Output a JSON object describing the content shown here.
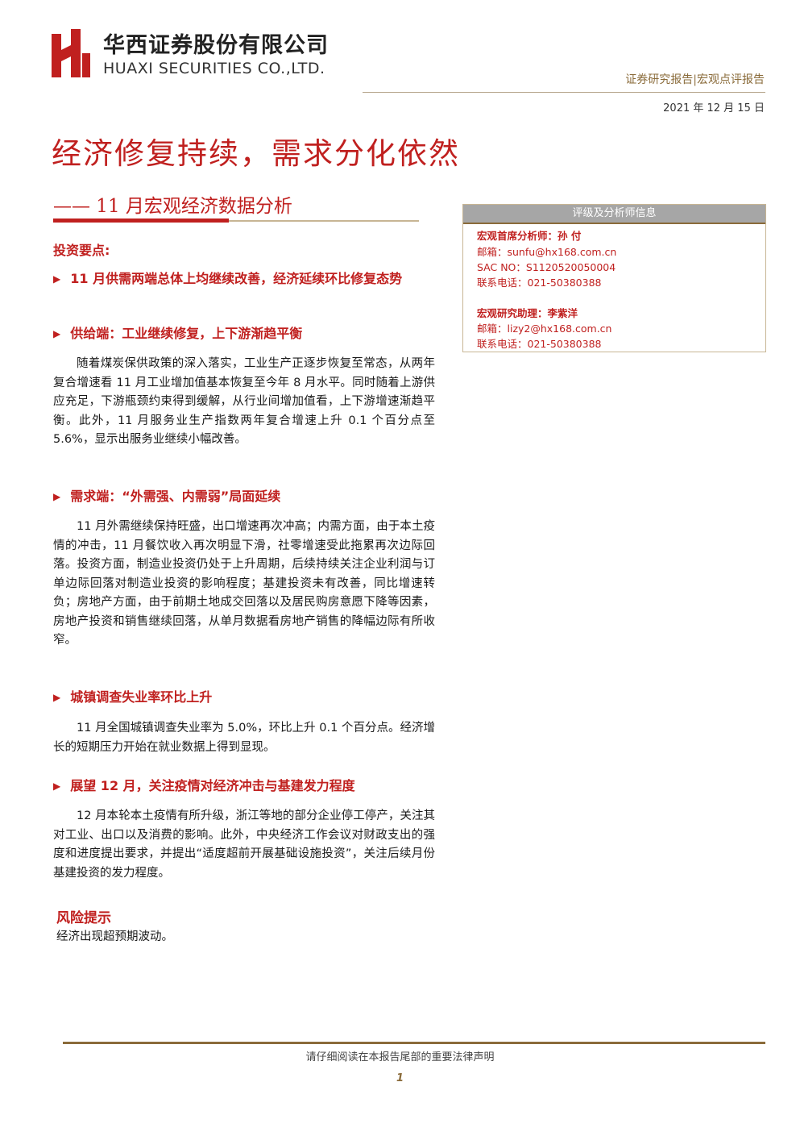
{
  "header": {
    "company_cn": "华西证券股份有限公司",
    "company_en": "HUAXI SECURITIES CO.,LTD.",
    "report_type": "证券研究报告|宏观点评报告",
    "date": "2021 年 12 月 15 日",
    "brand_color": "#c0201f"
  },
  "title": {
    "main": "经济修复持续，需求分化依然",
    "sub": "—— 11 月宏观经济数据分析"
  },
  "body": {
    "section_head": "投资要点:",
    "bullets": [
      {
        "head": "11 月供需两端总体上均继续改善，经济延续环比修复态势"
      },
      {
        "head": "供给端：工业继续修复，上下游渐趋平衡",
        "text": "随着煤炭保供政策的深入落实，工业生产正逐步恢复至常态，从两年复合增速看 11 月工业增加值基本恢复至今年 8 月水平。同时随着上游供应充足，下游瓶颈约束得到缓解，从行业间增加值看，上下游增速渐趋平衡。此外，11 月服务业生产指数两年复合增速上升 0.1 个百分点至 5.6%，显示出服务业继续小幅改善。"
      },
      {
        "head": "需求端：“外需强、内需弱”局面延续",
        "text": "11 月外需继续保持旺盛，出口增速再次冲高；内需方面，由于本土疫情的冲击，11 月餐饮收入再次明显下滑，社零增速受此拖累再次边际回落。投资方面，制造业投资仍处于上升周期，后续持续关注企业利润与订单边际回落对制造业投资的影响程度；基建投资未有改善，同比增速转负；房地产方面，由于前期土地成交回落以及居民购房意愿下降等因素，房地产投资和销售继续回落，从单月数据看房地产销售的降幅边际有所收窄。"
      },
      {
        "head": "城镇调查失业率环比上升",
        "text": "11 月全国城镇调查失业率为 5.0%，环比上升 0.1 个百分点。经济增长的短期压力开始在就业数据上得到显现。"
      },
      {
        "head": "展望 12 月，关注疫情对经济冲击与基建发力程度",
        "text": "12 月本轮本土疫情有所升级，浙江等地的部分企业停工停产，关注其对工业、出口以及消费的影响。此外，中央经济工作会议对财政支出的强度和进度提出要求，并提出“适度超前开展基础设施投资”，关注后续月份基建投资的发力程度。"
      }
    ],
    "risk_head": "风险提示",
    "risk_text": "经济出现超预期波动。"
  },
  "analyst_box": {
    "title": "评级及分析师信息",
    "analysts": [
      {
        "role_name": "宏观首席分析师：孙 付",
        "email": "邮箱：sunfu@hx168.com.cn",
        "sac": "SAC NO：S1120520050004",
        "phone": "联系电话：021-50380388"
      },
      {
        "role_name": "宏观研究助理：李紫洋",
        "email": "邮箱：lizy2@hx168.com.cn",
        "phone": "联系电话：021-50380388"
      }
    ]
  },
  "footer": {
    "note": "请仔细阅读在本报告尾部的重要法律声明",
    "page": "1"
  }
}
